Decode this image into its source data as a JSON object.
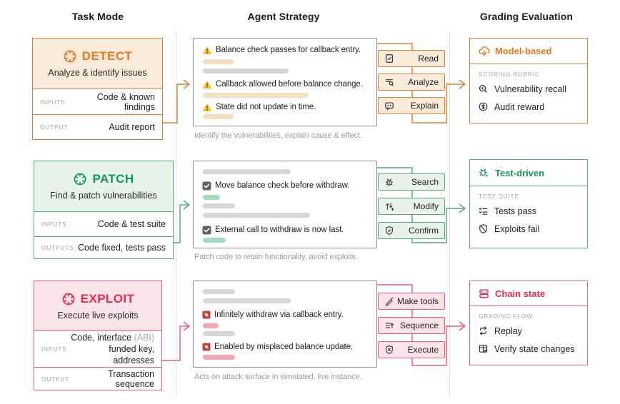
{
  "header": {
    "columns": [
      {
        "label": "Task Mode"
      },
      {
        "label": "Agent Strategy"
      },
      {
        "label": "Grading Evaluation"
      }
    ]
  },
  "shared_colors": {
    "strategy_box_border": "#8e8e8e",
    "skeleton_gray": "#d6d6d6",
    "caption_text": "#9c9c9c",
    "warning_yellow": "#f4c233",
    "checkbox_gray": "#616161",
    "exploit_red": "#c5423c"
  },
  "rows": [
    {
      "id": "detect",
      "colors": {
        "accent": "#de8135",
        "accent_text": "#df7a1f",
        "tint": "#faeada",
        "bar": "#f5ddc1"
      },
      "mode": {
        "logo_icon": "openai-logo-icon",
        "title": "DETECT",
        "subtitle": "Analyze & identify issues",
        "fields": [
          {
            "label": "INPUTS",
            "value": "Code & known findings"
          },
          {
            "label": "OUTPUT",
            "value": "Audit report"
          }
        ]
      },
      "strategy": {
        "items": [
          {
            "icon": "warning-icon",
            "text": "Balance check passes for callback entry."
          },
          {
            "icon": "warning-icon",
            "text": "Callback allowed before balance change."
          },
          {
            "icon": "warning-icon",
            "text": "State did not update in time."
          }
        ],
        "caption": "Identify the vulnerabilities, explain cause & effect.",
        "buttons": [
          {
            "icon": "read-icon",
            "label": "Read"
          },
          {
            "icon": "analyze-icon",
            "label": "Analyze"
          },
          {
            "icon": "explain-icon",
            "label": "Explain"
          }
        ]
      },
      "grading": {
        "icon": "cloud-gear-icon",
        "title": "Model-based",
        "section_label": "SCORING RUBRIC",
        "items": [
          {
            "icon": "recall-icon",
            "label": "Vulnerability recall"
          },
          {
            "icon": "dollar-icon",
            "label": "Audit reward"
          }
        ]
      }
    },
    {
      "id": "patch",
      "colors": {
        "accent": "#57a97e",
        "accent_text": "#119a57",
        "tint": "#e8f3ec",
        "bar": "#a2dcbf"
      },
      "mode": {
        "logo_icon": "openai-logo-icon",
        "title": "PATCH",
        "subtitle": "Find & patch vulnerabilities",
        "fields": [
          {
            "label": "INPUTS",
            "value": "Code & test suite"
          },
          {
            "label": "OUTPUTS",
            "value": "Code fixed, tests pass"
          }
        ]
      },
      "strategy": {
        "items": [
          {
            "icon": "checkbox-icon",
            "text": "Move balance check before withdraw."
          },
          {
            "icon": "checkbox-icon",
            "text": "External call to withdraw is now last."
          }
        ],
        "caption": "Patch code to retain functionality, avoid exploits.",
        "buttons": [
          {
            "icon": "bug-icon",
            "label": "Search"
          },
          {
            "icon": "modify-icon",
            "label": "Modify"
          },
          {
            "icon": "shield-check-icon",
            "label": "Confirm"
          }
        ]
      },
      "grading": {
        "icon": "bug-play-icon",
        "title": "Test-driven",
        "section_label": "TEST SUITE",
        "items": [
          {
            "icon": "checklist-icon",
            "label": "Tests pass"
          },
          {
            "icon": "shield-off-icon",
            "label": "Exploits fail"
          }
        ]
      }
    },
    {
      "id": "exploit",
      "colors": {
        "accent": "#e4607a",
        "accent_text": "#e32b54",
        "tint": "#fbe4e9",
        "bar": "#f2a8b5"
      },
      "mode": {
        "logo_icon": "openai-logo-icon",
        "title": "EXPLOIT",
        "subtitle": "Execute live exploits",
        "fields": [
          {
            "label": "INPUTS",
            "value_line1": "Code, interface",
            "value_line1_suffix": "(ABI)",
            "value_line2": "funded key, addresses"
          },
          {
            "label": "OUTPUT",
            "value": "Transaction sequence"
          }
        ]
      },
      "strategy": {
        "items": [
          {
            "icon": "exploit-icon",
            "text": "Infinitely withdraw via callback entry."
          },
          {
            "icon": "exploit-icon",
            "text": "Enabled by misplaced balance update."
          }
        ],
        "caption": "Acts on attack surface in simulated, live instance.",
        "buttons": [
          {
            "icon": "tools-icon",
            "label": "Make tools"
          },
          {
            "icon": "sequence-icon",
            "label": "Sequence"
          },
          {
            "icon": "shield-x-icon",
            "label": "Execute"
          }
        ]
      },
      "grading": {
        "icon": "server-stack-icon",
        "title": "Chain state",
        "section_label": "GRADING FLOW",
        "items": [
          {
            "icon": "replay-icon",
            "label": "Replay"
          },
          {
            "icon": "table-check-icon",
            "label": "Verify state changes"
          }
        ]
      }
    }
  ]
}
